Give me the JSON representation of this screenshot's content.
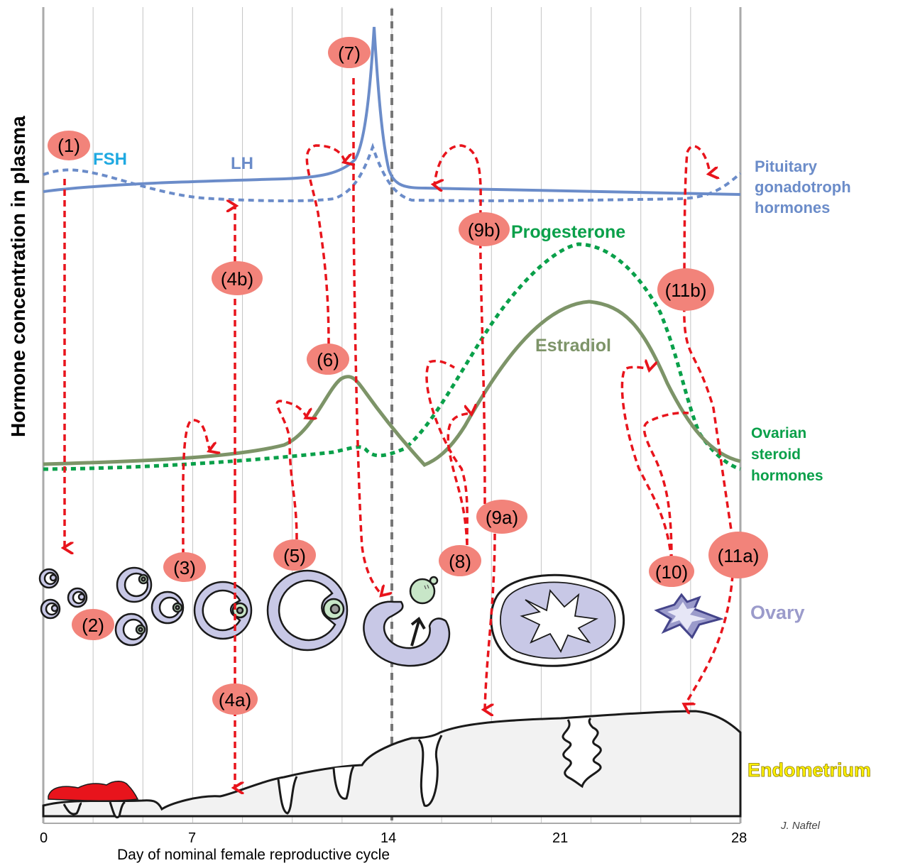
{
  "y_axis_label": "Hormone concentration in plasma",
  "x_axis_label": "Day of nominal female reproductive cycle",
  "x_ticks": [
    "0",
    "7",
    "14",
    "21",
    "28"
  ],
  "labels": {
    "fsh": "FSH",
    "lh": "LH",
    "pituitary_line1": "Pituitary",
    "pituitary_line2": "gonadotroph",
    "pituitary_line3": "hormones",
    "progesterone": "Progesterone",
    "estradiol": "Estradiol",
    "ovarian_line1": "Ovarian",
    "ovarian_line2": "steroid",
    "ovarian_line3": "hormones",
    "ovary": "Ovary",
    "endometrium": "Endometrium",
    "signature": "J. Naftel"
  },
  "steps": [
    "(1)",
    "(2)",
    "(3)",
    "(4a)",
    "(4b)",
    "(5)",
    "(6)",
    "(7)",
    "(8)",
    "(9a)",
    "(9b)",
    "(10)",
    "(11a)",
    "(11b)"
  ],
  "colors": {
    "lh": "#6b8cc9",
    "fsh_label": "#1fa9e1",
    "progesterone": "#0aa04a",
    "estradiol": "#7d9468",
    "arrow": "#e8141c",
    "badge": "#f2837a",
    "ovary": "#c8c8e6",
    "ovary_label": "#9b9bcb",
    "endometrium_label": "#fff200",
    "gridline": "#bbbbbb",
    "ovulation_line": "#777777"
  }
}
